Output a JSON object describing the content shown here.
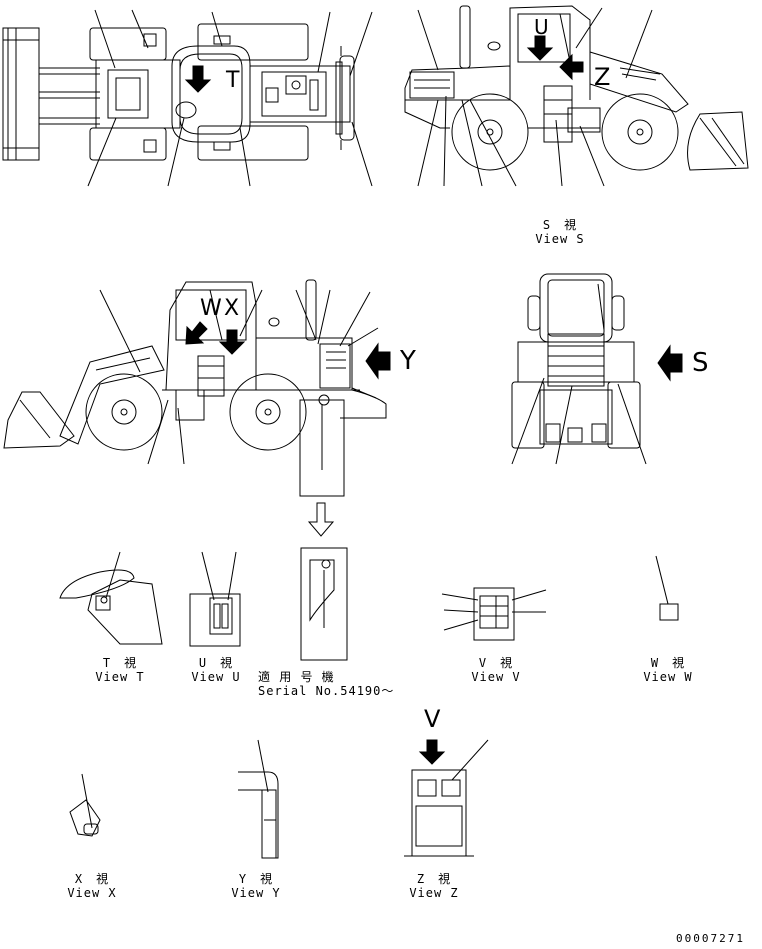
{
  "views": {
    "s": {
      "jp": "S　視",
      "en": "View S"
    },
    "t": {
      "jp": "T　視",
      "en": "View T"
    },
    "u": {
      "jp": "U　視",
      "en": "View U"
    },
    "v": {
      "jp": "V　視",
      "en": "View V"
    },
    "w": {
      "jp": "W　視",
      "en": "View W"
    },
    "x": {
      "jp": "X　視",
      "en": "View X"
    },
    "y": {
      "jp": "Y　視",
      "en": "View Y"
    },
    "z": {
      "jp": "Z　視",
      "en": "View Z"
    }
  },
  "serial": {
    "jp": "適 用 号 機",
    "en": "Serial No.54190～"
  },
  "markers": {
    "t": "T",
    "z": "Z",
    "w": "W",
    "x": "X",
    "y": "Y",
    "s": "S",
    "u": "U",
    "v": "V"
  },
  "doc_number": "00007271"
}
